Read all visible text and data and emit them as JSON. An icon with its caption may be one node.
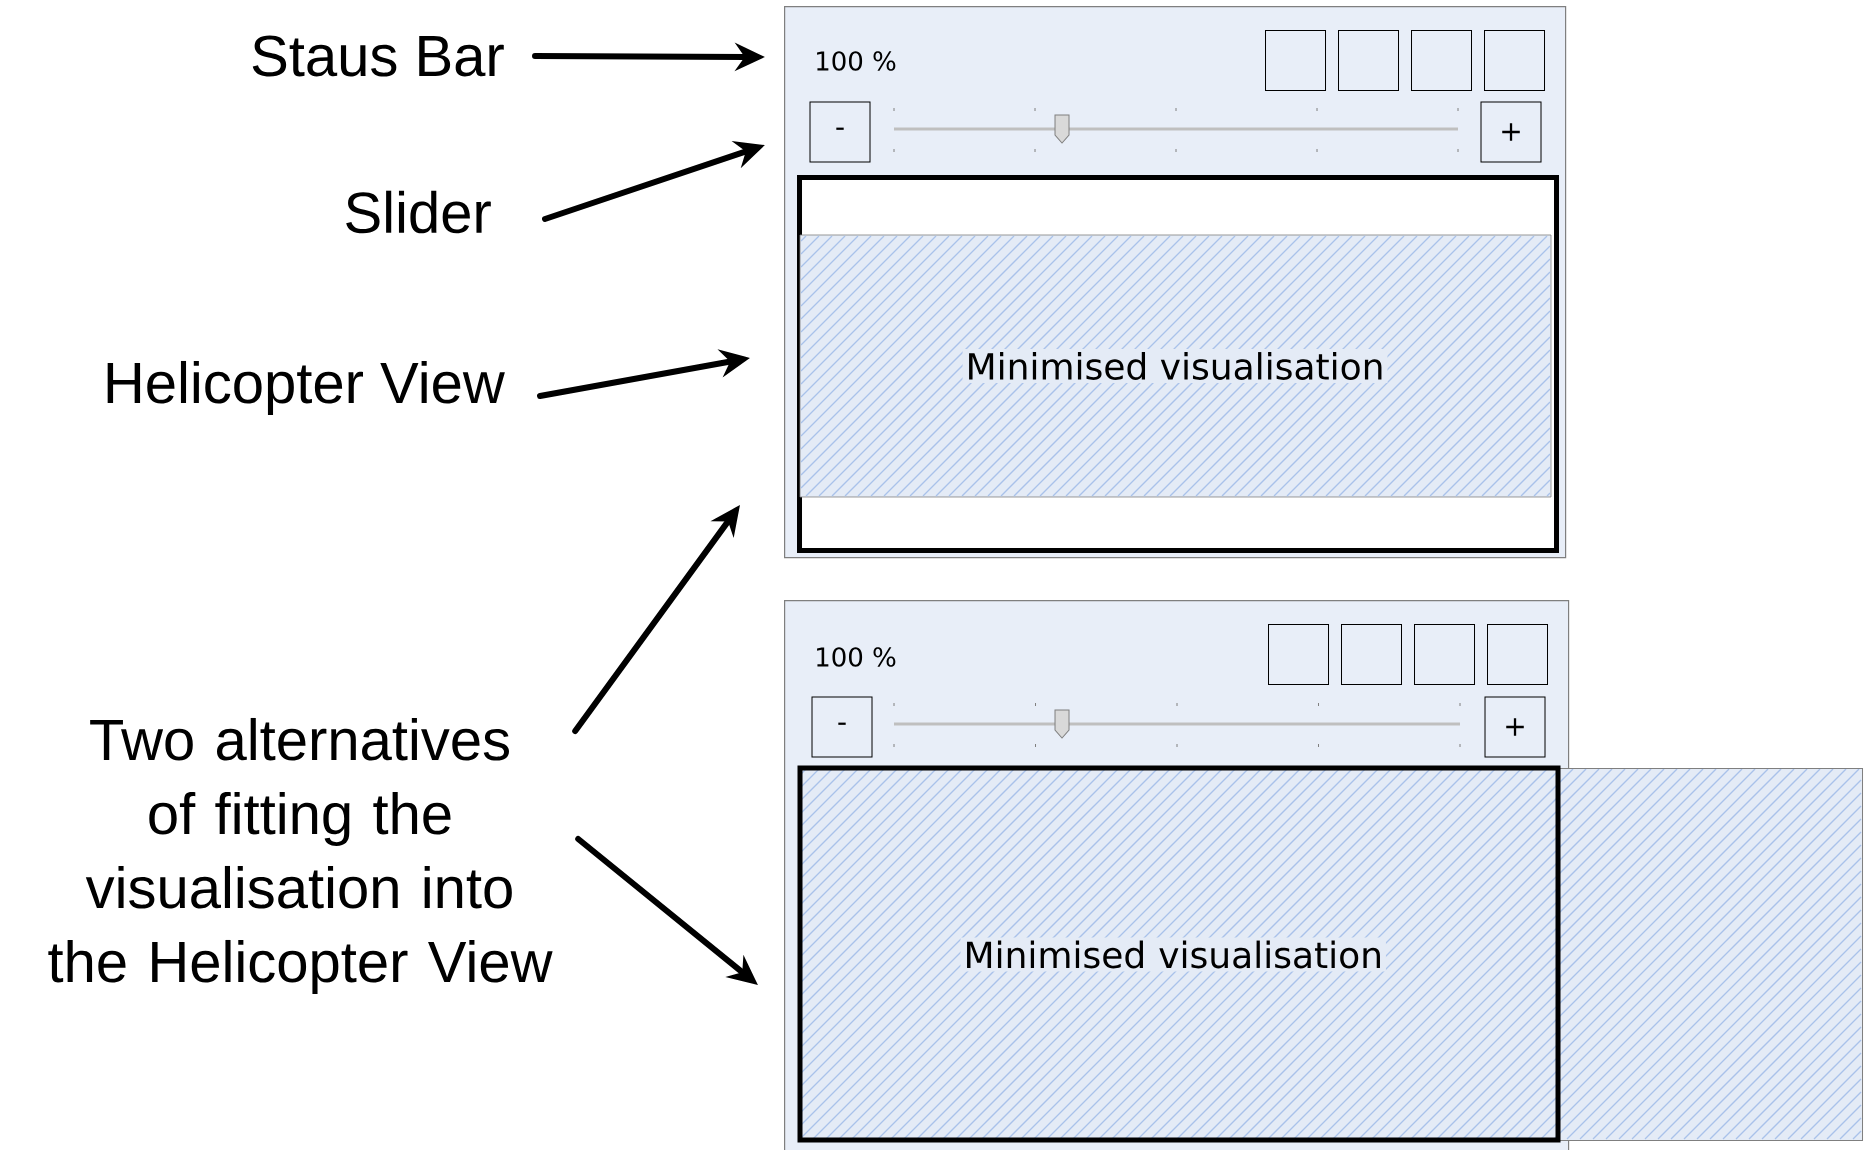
{
  "diagram": {
    "nodes": [
      {
        "text": [
          "Staus Bar"
        ]
      },
      {
        "text": [
          "Slider"
        ]
      },
      {
        "text": [
          "Helicopter View"
        ]
      },
      {
        "text": [
          "Two alternatives of fitting the visualisation into the Helicopter View"
        ]
      },
      {
        "text": [],
        "shape": "box"
      },
      {
        "text": [
          "100 %"
        ],
        "in": 4
      },
      {
        "text": [],
        "shape": "box",
        "in": 4
      },
      {
        "text": [],
        "shape": "box",
        "in": 4
      },
      {
        "text": [],
        "shape": "box",
        "in": 4
      },
      {
        "text": [],
        "shape": "box",
        "in": 4
      },
      {
        "text": [
          "-"
        ],
        "in": 4
      },
      {
        "text": [
          "+"
        ],
        "in": 4
      },
      {
        "text": [],
        "shape": "box",
        "in": 4
      },
      {
        "text": [
          "Minimised visualisation"
        ],
        "in": 12
      },
      {
        "text": [],
        "shape": "box"
      },
      {
        "text": [
          "100 %"
        ],
        "in": 14
      },
      {
        "text": [],
        "shape": "box",
        "in": 14
      },
      {
        "text": [],
        "shape": "box",
        "in": 14
      },
      {
        "text": [],
        "shape": "box",
        "in": 14
      },
      {
        "text": [],
        "shape": "box",
        "in": 14
      },
      {
        "text": [
          "-"
        ],
        "in": 14
      },
      {
        "text": [
          "+"
        ],
        "in": 14
      },
      {
        "text": [
          "Minimised visualisation"
        ]
      }
    ],
    "edges": [
      {
        "from": 0,
        "to": 4,
        "arrow": "to"
      },
      {
        "from": 1,
        "to": 4,
        "arrow": "to"
      },
      {
        "from": 2,
        "to": 12,
        "arrow": "to"
      },
      {
        "from": 3,
        "to": 4,
        "arrow": "to"
      },
      {
        "from": 3,
        "to": 22,
        "arrow": "to"
      }
    ]
  }
}
